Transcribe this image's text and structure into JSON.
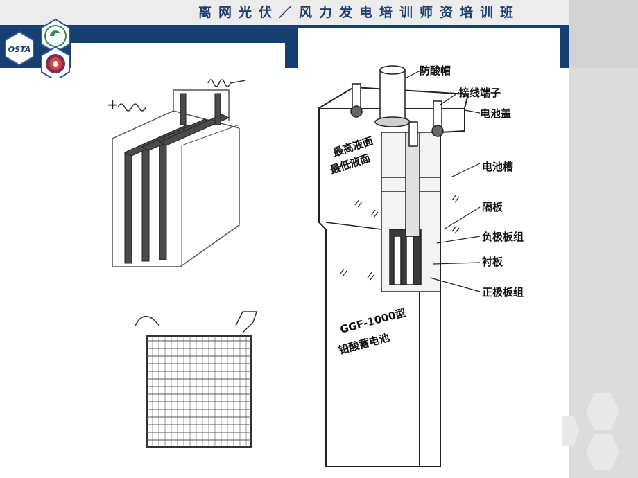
{
  "header": {
    "title": "离网光伏／风力发电培训师资培训班"
  },
  "logo": {
    "text": "OSTA"
  },
  "battery_diagram": {
    "labels": {
      "acid_cap": "防酸帽",
      "terminal": "接线端子",
      "cover": "电池盖",
      "container": "电池槽",
      "separator": "隔板",
      "negative_plates": "负极板组",
      "liner": "衬板",
      "positive_plates": "正极板组",
      "max_level": "最高液面",
      "min_level": "最低液面"
    },
    "model_line1": "GGF-1000型",
    "model_line2": "铅酸蓄电池"
  },
  "plate_diagram": {
    "plus_sign": "+"
  },
  "colors": {
    "navy": "#173f72",
    "title_bg": "#ececec",
    "side_panel": "#d3d3d3",
    "hexagon": "#e6e6e6"
  }
}
